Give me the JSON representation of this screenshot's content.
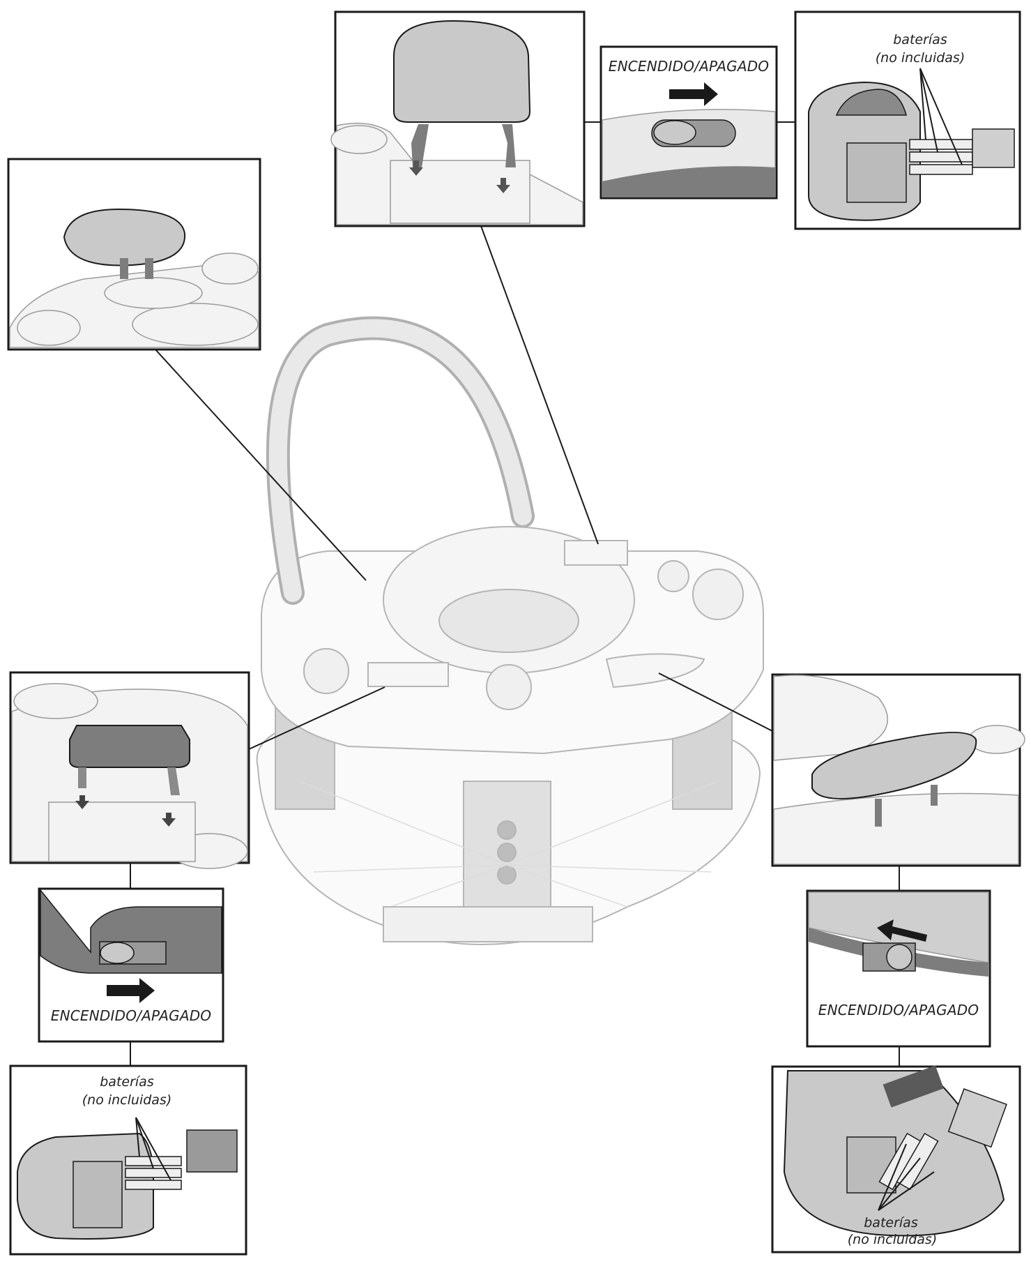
{
  "labels": {
    "on_off": "ENCENDIDO/APAGADO",
    "batteries": "baterías",
    "not_included": "(no incluidas)"
  },
  "colors": {
    "line": "#1a1a1a",
    "toy_fill": "#c9c9c9",
    "toy_dark": "#7d7d7d",
    "base_light": "#f2f2f2"
  }
}
